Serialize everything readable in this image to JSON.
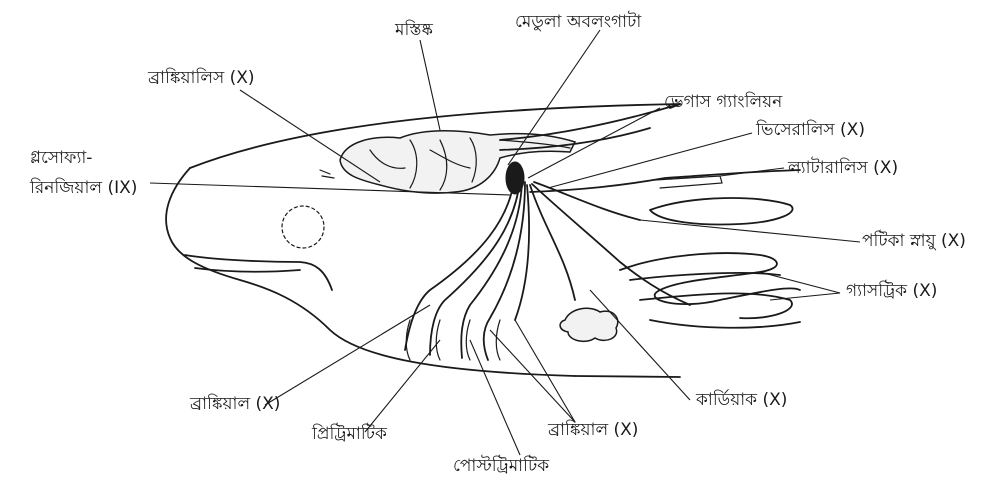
{
  "labels": {
    "brain": "মস্তিষ্ক",
    "medulla": "মেডুলা অবলংগাটা",
    "branchialis_top": "ব্রাঙ্কিয়ালিস (X)",
    "vagus_ganglion": "ভেগাস গ্যাংলিয়ন",
    "visceralis": "ভিসেরালিস (X)",
    "lateralis": "ল্যাটারালিস (X)",
    "glosso_1": "গ্লসোফ্যা-",
    "glosso_2": "রিনজিয়াল (IX)",
    "patika_snayu": "পটিকা স্নায়ু (X)",
    "gastric": "গ্যাসট্রিক (X)",
    "cardiac": "কার্ডিয়াক (X)",
    "branchial_left": "ব্রাঙ্কিয়াল (X)",
    "pretrematic": "প্রিট্রিমাটিক",
    "branchial_bottom": "ব্রাঙ্কিয়াল (X)",
    "posttrematic": "পোস্টট্রিমাটিক"
  }
}
